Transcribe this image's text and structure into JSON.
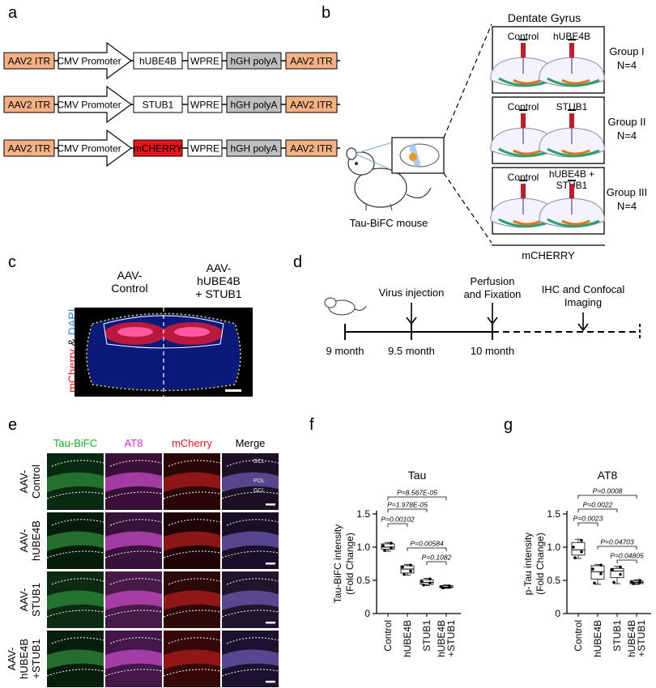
{
  "panels": {
    "a": "a",
    "b": "b",
    "c": "c",
    "d": "d",
    "e": "e",
    "f": "f",
    "g": "g"
  },
  "panel_a": {
    "constructs": [
      {
        "itr_left": "AAV2 ITR",
        "promoter": "CMV Promoter",
        "gene": "hUBE4B",
        "wpre": "WPRE",
        "polya": "hGH polyA",
        "itr_right": "AAV2 ITR",
        "gene_color": "#ffffff"
      },
      {
        "itr_left": "AAV2 ITR",
        "promoter": "CMV Promoter",
        "gene": "STUB1",
        "wpre": "WPRE",
        "polya": "hGH polyA",
        "itr_right": "AAV2 ITR",
        "gene_color": "#ffffff"
      },
      {
        "itr_left": "AAV2 ITR",
        "promoter": "CMV Promoter",
        "gene": "mCHERRY",
        "wpre": "WPRE",
        "polya": "hGH polyA",
        "itr_right": "AAV2 ITR",
        "gene_color": "#e8141b"
      }
    ],
    "colors": {
      "itr": "#f4b183",
      "polya": "#bfbfbf"
    }
  },
  "panel_b": {
    "title": "Dentate Gyrus",
    "groups": [
      {
        "left": "Control",
        "right": "hUBE4B",
        "group": "Group I",
        "n": "N=4"
      },
      {
        "left": "Control",
        "right": "STUB1",
        "group": "Group II",
        "n": "N=4"
      },
      {
        "left": "Control",
        "right_line1": "hUBE4B +",
        "right_line2": "STUB1",
        "group": "Group III",
        "n": "N=4"
      }
    ],
    "mouse_label": "Tau-BiFC mouse",
    "bottom_label": "mCHERRY"
  },
  "panel_c": {
    "left_line1": "AAV-",
    "left_line2": "Control",
    "right_line1": "AAV-",
    "right_line2": "hUBE4B",
    "right_line3": "+ STUB1",
    "ylabel_mcherry": "mCherry",
    "ylabel_amp": " & ",
    "ylabel_dapi": "DAPI"
  },
  "panel_d": {
    "events": [
      {
        "label_line1": "Virus injection",
        "label_line2": "",
        "time": "9.5 month"
      },
      {
        "label_line1": "Perfusion",
        "label_line2": "and Fixation",
        "time": "10 month"
      },
      {
        "label_line1": "IHC and Confocal",
        "label_line2": "Imaging",
        "time": ""
      }
    ],
    "start_time": "9 month"
  },
  "panel_e": {
    "columns": [
      "Tau-BiFC",
      "AT8",
      "mCherry",
      "Merge"
    ],
    "column_colors": [
      "#1faa2a",
      "#d02fd0",
      "#d81a1a",
      "#000000"
    ],
    "rows": [
      {
        "line1": "AAV-",
        "line2": "Control",
        "line3": ""
      },
      {
        "line1": "AAV-",
        "line2": "hUBE4B",
        "line3": ""
      },
      {
        "line1": "AAV-",
        "line2": "STUB1",
        "line3": ""
      },
      {
        "line1": "AAV-",
        "line2": "hUBE4B",
        "line3": "+STUB1"
      }
    ],
    "layer_labels": [
      "GCL",
      "POL",
      "GCL"
    ]
  },
  "chart_data": [
    {
      "type": "box",
      "title": "Tau",
      "ylabel_line1": "Tau-BiFC intensity",
      "ylabel_line2": "(Fold Change)",
      "categories": [
        "Control",
        "hUBE4B",
        "STUB1",
        "hUBE4B\n+STUB1"
      ],
      "category_lines": [
        [
          "Control"
        ],
        [
          "hUBE4B"
        ],
        [
          "STUB1"
        ],
        [
          "hUBE4B",
          "+STUB1"
        ]
      ],
      "ylim": [
        0,
        1.5
      ],
      "yticks": [
        "0",
        "0.5",
        "1.0",
        "1.5"
      ],
      "boxes": [
        {
          "min": 0.94,
          "q1": 0.97,
          "median": 1.0,
          "q3": 1.05,
          "max": 1.07,
          "points": [
            0.95,
            0.99,
            1.02,
            1.06
          ]
        },
        {
          "min": 0.58,
          "q1": 0.61,
          "median": 0.67,
          "q3": 0.72,
          "max": 0.74,
          "points": [
            0.59,
            0.64,
            0.7,
            0.73
          ]
        },
        {
          "min": 0.42,
          "q1": 0.44,
          "median": 0.47,
          "q3": 0.51,
          "max": 0.53,
          "points": [
            0.43,
            0.46,
            0.48,
            0.52
          ]
        },
        {
          "min": 0.38,
          "q1": 0.39,
          "median": 0.4,
          "q3": 0.42,
          "max": 0.43,
          "points": [
            0.385,
            0.395,
            0.405,
            0.415
          ]
        }
      ],
      "annotations": [
        {
          "text": "P=8.567E-05",
          "from": 0,
          "to": 3
        },
        {
          "text": "P=1.978E-05",
          "from": 0,
          "to": 2
        },
        {
          "text": "P=0.00102",
          "from": 0,
          "to": 1
        },
        {
          "text": "P=0.00584",
          "from": 1,
          "to": 3
        },
        {
          "text": "P=0.1082",
          "from": 2,
          "to": 3
        }
      ]
    },
    {
      "type": "box",
      "title": "AT8",
      "ylabel_line1": "p-Tau intensity",
      "ylabel_line2": "(Fold Change)",
      "categories": [
        "Control",
        "hUBE4B",
        "STUB1",
        "hUBE4B\n+STUB1"
      ],
      "category_lines": [
        [
          "Control"
        ],
        [
          "hUBE4B"
        ],
        [
          "STUB1"
        ],
        [
          "hUBE4B",
          "+STUB1"
        ]
      ],
      "ylim": [
        0,
        1.5
      ],
      "yticks": [
        "0",
        "0.5",
        "1.0",
        "1.5"
      ],
      "boxes": [
        {
          "min": 0.83,
          "q1": 0.88,
          "median": 0.96,
          "q3": 1.07,
          "max": 1.12,
          "points": [
            0.84,
            0.93,
            1.0,
            1.1
          ]
        },
        {
          "min": 0.44,
          "q1": 0.52,
          "median": 0.63,
          "q3": 0.72,
          "max": 0.74,
          "points": [
            0.46,
            0.6,
            0.67,
            0.73
          ]
        },
        {
          "min": 0.45,
          "q1": 0.54,
          "median": 0.64,
          "q3": 0.68,
          "max": 0.71,
          "points": [
            0.47,
            0.59,
            0.66,
            0.7
          ]
        },
        {
          "min": 0.44,
          "q1": 0.45,
          "median": 0.47,
          "q3": 0.49,
          "max": 0.51,
          "points": [
            0.45,
            0.47,
            0.48,
            0.5
          ]
        }
      ],
      "annotations": [
        {
          "text": "P=0.0008",
          "from": 0,
          "to": 3
        },
        {
          "text": "P=0.0022",
          "from": 0,
          "to": 2
        },
        {
          "text": "P=0.0023",
          "from": 0,
          "to": 1
        },
        {
          "text": "P=0.04703",
          "from": 1,
          "to": 3
        },
        {
          "text": "P=0.04805",
          "from": 2,
          "to": 3
        }
      ]
    }
  ]
}
